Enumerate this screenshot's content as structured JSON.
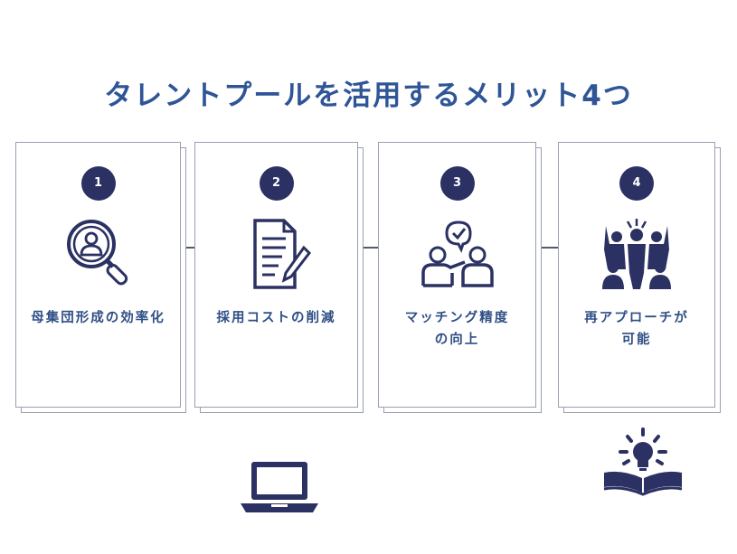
{
  "title": "タレントプールを活用するメリット4つ",
  "cards": [
    {
      "number": "1",
      "label": "母集団形成の効率化",
      "icon": "search-person-icon"
    },
    {
      "number": "2",
      "label": "採用コストの削減",
      "icon": "document-pen-icon"
    },
    {
      "number": "3",
      "label": "マッチング精度\nの向上",
      "icon": "two-people-chat-icon"
    },
    {
      "number": "4",
      "label": "再アプローチが\n可能",
      "icon": "crowd-icon"
    }
  ],
  "decorations": [
    "laptop-icon",
    "book-lightbulb-icon"
  ],
  "colors": {
    "title": "#2f5597",
    "navy": "#2b3162",
    "label": "#2f4f86",
    "border": "#9a9fb2"
  }
}
